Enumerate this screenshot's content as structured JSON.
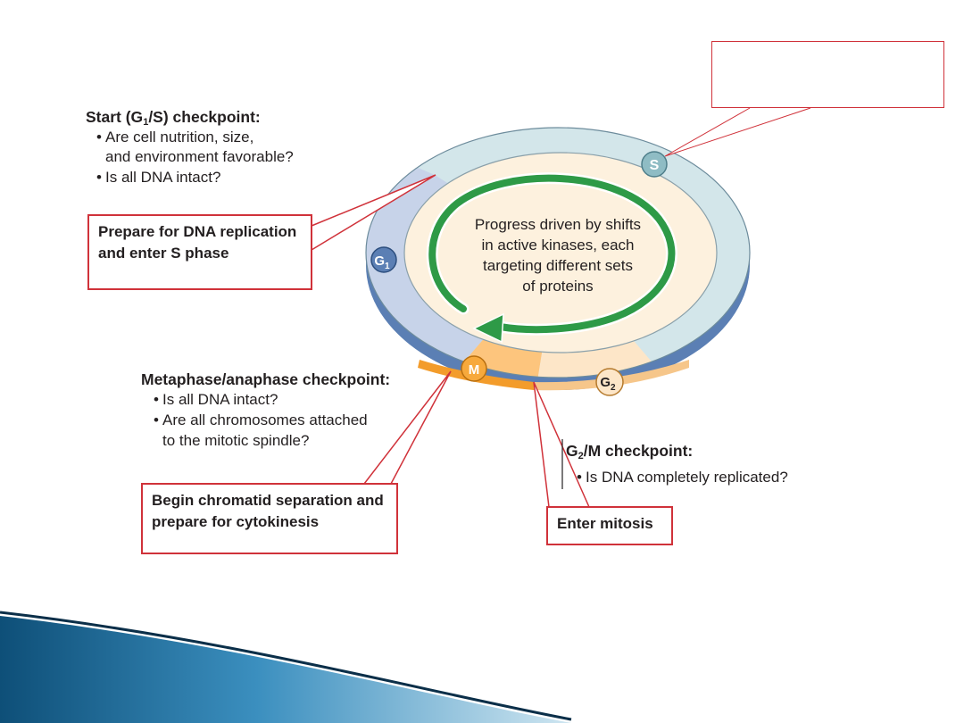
{
  "phases": {
    "s": "S",
    "g1": "G1",
    "m": "M",
    "g2": "G2"
  },
  "center": {
    "lines": [
      "Progress driven by shifts",
      "in active kinases, each",
      "targeting different sets",
      "of proteins"
    ]
  },
  "start_checkpoint": {
    "heading_pre": "Start (G",
    "heading_sub": "1",
    "heading_post": "/S) checkpoint:",
    "b1_line1": "Are cell nutrition, size,",
    "b1_line2": "and environment favorable?",
    "b2": "Is all DNA intact?",
    "callout_line1": "Prepare for DNA replication",
    "callout_line2": "and enter S phase"
  },
  "meta_checkpoint": {
    "heading": "Metaphase/anaphase checkpoint:",
    "b1": "Is all DNA intact?",
    "b2_line1": "Are all chromosomes attached",
    "b2_line2": "to the mitotic spindle?",
    "callout_line1": "Begin chromatid separation and",
    "callout_line2": "prepare for cytokinesis"
  },
  "g2m_checkpoint": {
    "heading_pre": "G",
    "heading_sub": "2",
    "heading_post": "/M checkpoint:",
    "b1": "Is DNA completely replicated?",
    "callout": "Enter mitosis"
  },
  "colors": {
    "s_phase": "#d3e6ea",
    "g1_phase": "#c7d3e9",
    "m_phase": "#fdc57d",
    "g2_phase": "#fde6c8",
    "inner_disc": "#fdf1de",
    "arrow": "#2e9a47",
    "callout_border": "#d0323a",
    "accent_blue": "#1f5e86"
  }
}
